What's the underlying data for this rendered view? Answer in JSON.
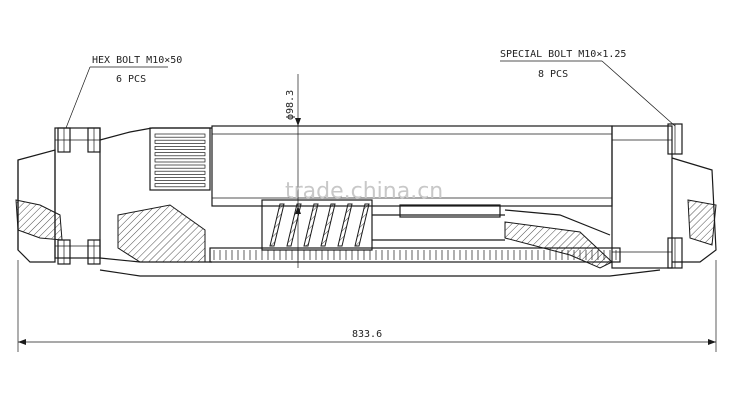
{
  "annotations": {
    "hex_bolt_spec": "HEX BOLT M10×50",
    "hex_bolt_qty": "6 PCS",
    "special_bolt_spec": "SPECIAL BOLT M10×1.25",
    "special_bolt_qty": "8 PCS",
    "diameter_dim": "ϕ98.3",
    "overall_length_dim": "833.6"
  },
  "watermark": "trade.china.cn",
  "colors": {
    "line": "#1a1a1a",
    "watermark": "#c8c8c8",
    "background": "#ffffff"
  }
}
